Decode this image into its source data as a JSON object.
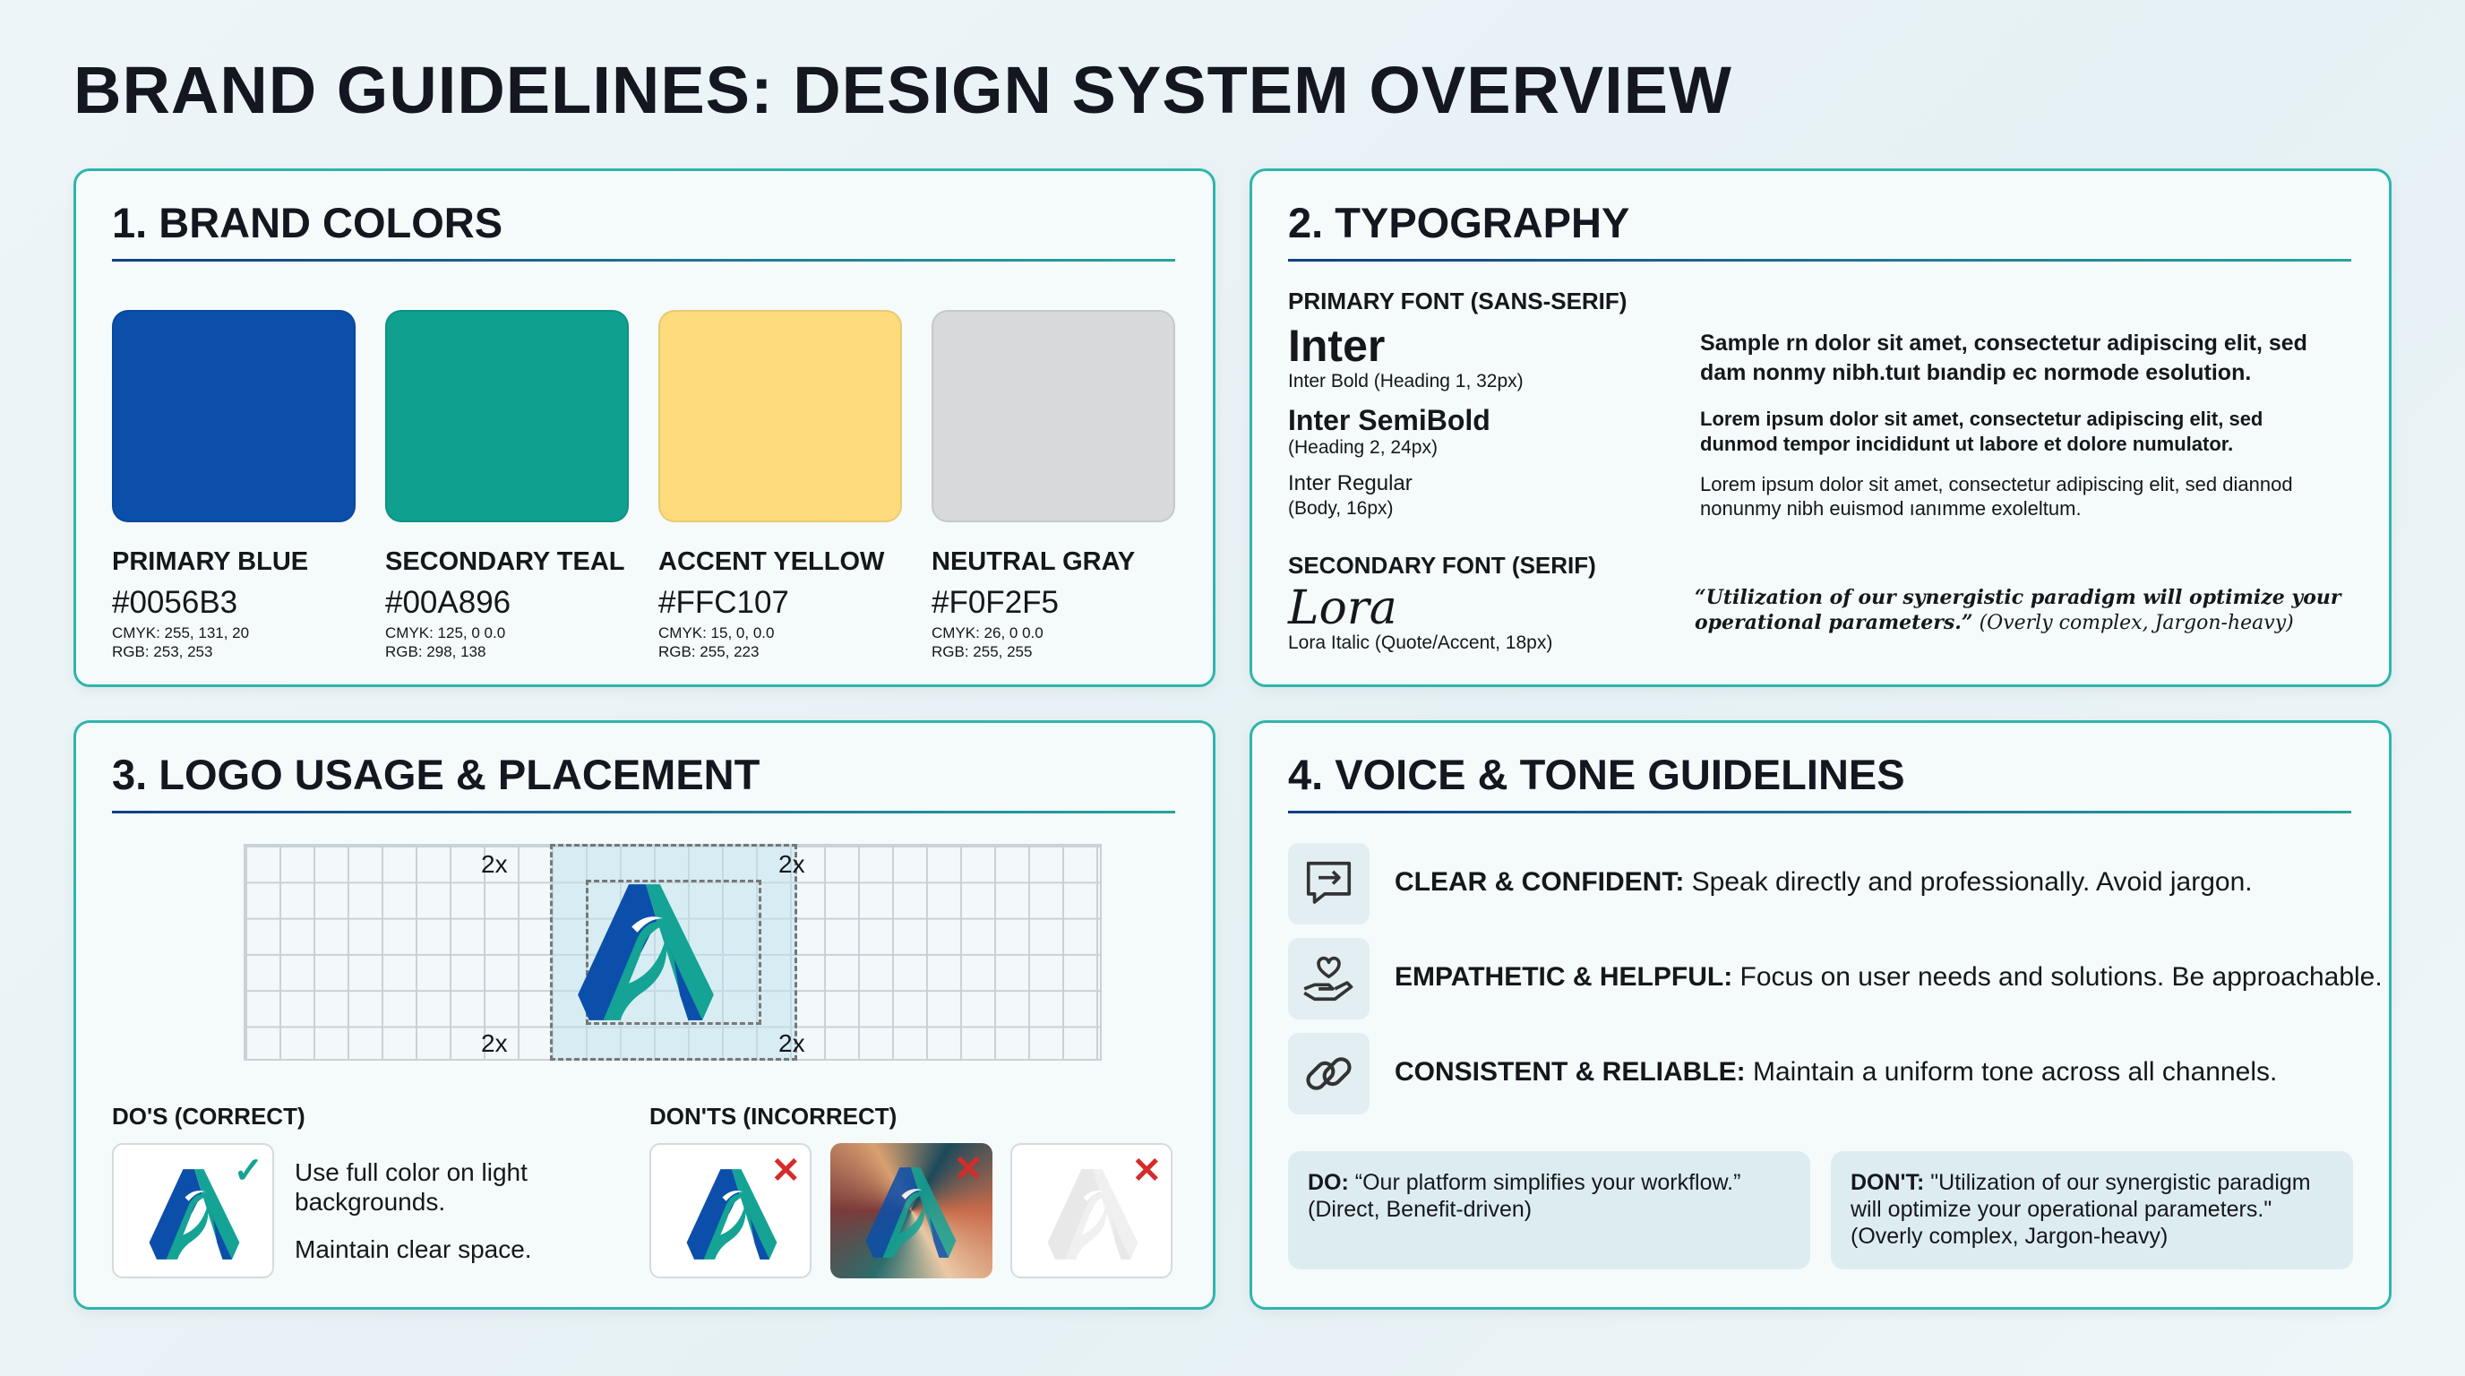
{
  "title": "BRAND GUIDELINES: DESIGN SYSTEM OVERVIEW",
  "colors": {
    "heading": "1. BRAND COLORS",
    "swatches": [
      {
        "name": "PRIMARY BLUE",
        "hex": "#0056B3",
        "cmyk": "CMYK: 255, 131, 20",
        "rgb": "RGB: 253, 253",
        "color": "#0b4fab"
      },
      {
        "name": "SECONDARY TEAL",
        "hex": "#00A896",
        "cmyk": "CMYK: 125, 0 0.0",
        "rgb": "RGB: 298, 138",
        "color": "#0fa08f"
      },
      {
        "name": "ACCENT YELLOW",
        "hex": "#FFC107",
        "cmyk": "CMYK: 15, 0, 0.0",
        "rgb": "RGB: 255, 223",
        "color": "#fedb7c"
      },
      {
        "name": "NEUTRAL GRAY",
        "hex": "#F0F2F5",
        "cmyk": "CMYK: 26, 0 0.0",
        "rgb": "RGB: 255, 255",
        "color": "#d8d9db"
      }
    ]
  },
  "typography": {
    "heading": "2. TYPOGRAPHY",
    "primary_label": "PRIMARY FONT (SANS-SERIF)",
    "inter": "Inter",
    "inter_caption": "Inter Bold (Heading 1, 32px)",
    "semibold": "Inter SemiBold",
    "semibold_caption": "(Heading 2, 24px)",
    "regular": "Inter Regular",
    "regular_caption": "(Body, 16px)",
    "secondary_label": "SECONDARY FONT (SERIF)",
    "lora": "Lora",
    "lora_caption": "Lora Italic (Quote/Accent, 18px)",
    "sample1": [
      "Sample rn dolor sit amet, consectetur adipiscing elit, sed",
      "dam nonmy nibh.tuıt bıandip ec normode esolution."
    ],
    "sample2": [
      "Lorem ipsum dolor sit amet, consectetur adipiscing elit, sed",
      "dunmod tempor incididunt ut labore et dolore numulator."
    ],
    "sample3": [
      "Lorem ipsum dolor sit amet, consectetur adipiscing elit, sed diannod",
      "nonunmy nibh euismod ıanımme exoleltum."
    ],
    "quote": [
      "“Utilization of our synergistic paradigm will optimize your",
      "operational parameters.”"
    ],
    "quote_note": "(Overly complex, Jargon-heavy)"
  },
  "logo": {
    "heading": "3. LOGO USAGE & PLACEMENT",
    "spacing": "2x",
    "dos_label": "DO'S (CORRECT)",
    "donts_label": "DON'TS (INCORRECT)",
    "do_text1": "Use full color on light",
    "do_text1b": "backgrounds.",
    "do_text2": "Maintain clear space."
  },
  "voice": {
    "heading": "4. VOICE & TONE GUIDELINES",
    "items": [
      {
        "title": "CLEAR & CONFIDENT:",
        "text": " Speak directly and professionally. Avoid jargon.",
        "icon": "chat-icon"
      },
      {
        "title": "EMPATHETIC & HELPFUL:",
        "text": " Focus on user needs and solutions. Be approachable.",
        "icon": "heart-hand-icon"
      },
      {
        "title": "CONSISTENT & RELIABLE:",
        "text": " Maintain a uniform tone across all channels.",
        "icon": "link-icon"
      }
    ],
    "do_label": "DO:",
    "do_text": " “Our platform simplifies your workflow.”",
    "do_note": "(Direct, Benefit-driven)",
    "dont_label": "DON'T:",
    "dont_text": " \"Utilization of our synergistic paradigm",
    "dont_text2": "will optimize your operational parameters.\"",
    "dont_note": "(Overly complex, Jargon-heavy)"
  }
}
